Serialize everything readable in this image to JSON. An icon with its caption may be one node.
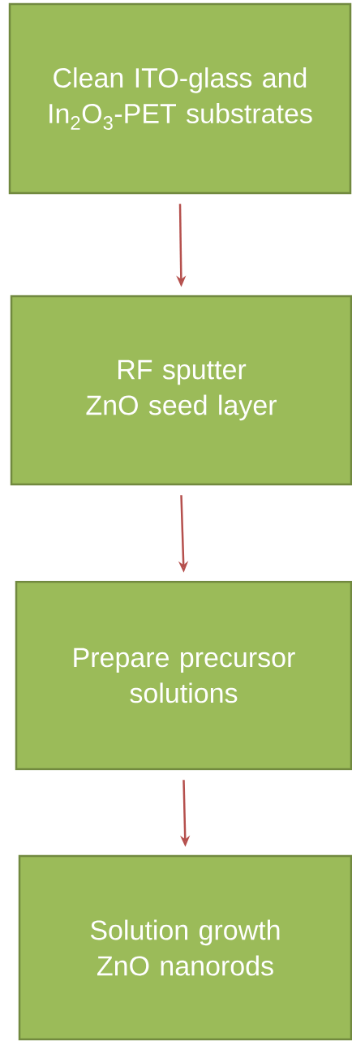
{
  "diagram": {
    "nodes": [
      {
        "text": [
          "Clean ITO-glass and In$_{2}$O$_{3}$-PET substrates"
        ]
      },
      {
        "text": [
          "RF sputter ZnO seed layer"
        ]
      },
      {
        "text": [
          "Prepare precursor solutions"
        ]
      },
      {
        "text": [
          "Solution growth ZnO nanorods"
        ]
      }
    ],
    "edges": [
      {
        "from": 0,
        "to": 1,
        "arrow": "to"
      },
      {
        "from": 1,
        "to": 2,
        "arrow": "to"
      },
      {
        "from": 2,
        "to": 3,
        "arrow": "to"
      }
    ]
  }
}
